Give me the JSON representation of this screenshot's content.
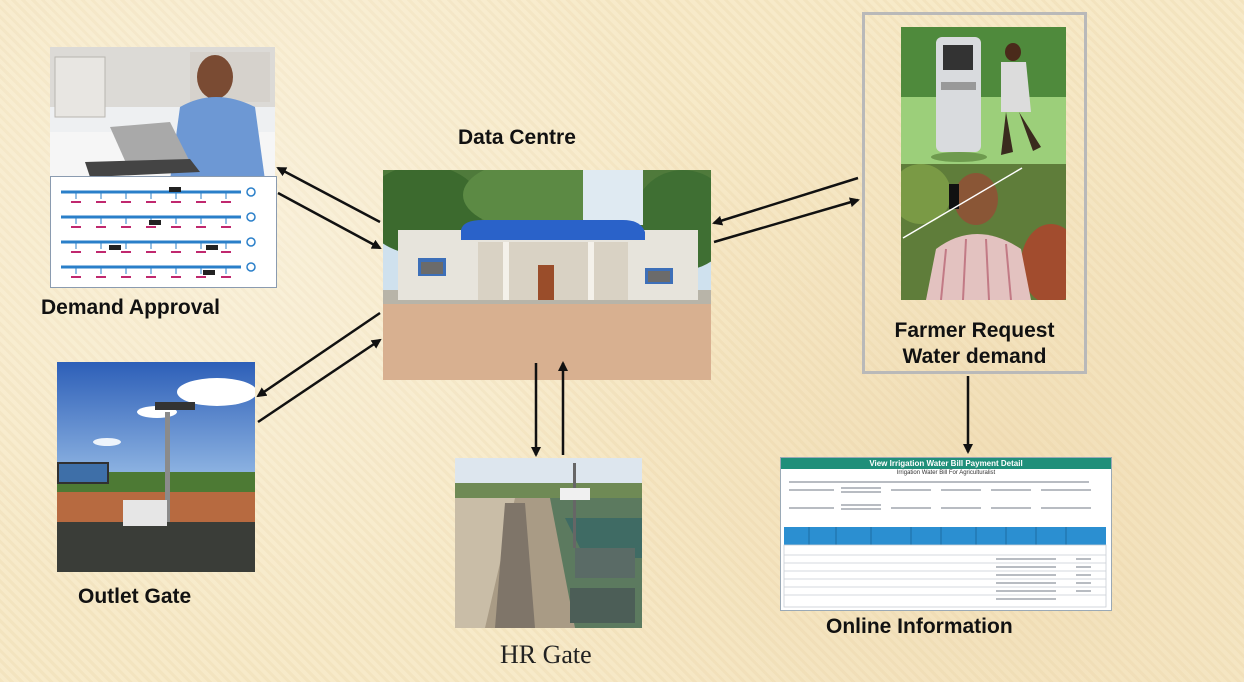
{
  "nodes": {
    "data_centre": {
      "label": "Data Centre"
    },
    "demand_approval": {
      "label": "Demand Approval"
    },
    "outlet_gate": {
      "label": "Outlet Gate"
    },
    "hr_gate": {
      "label": "HR Gate"
    },
    "farmer_request": {
      "label_line1": "Farmer Request",
      "label_line2": "Water demand"
    },
    "online_information": {
      "label": "Online Information"
    }
  },
  "online_screen": {
    "header": "View Irrigation Water Bill Payment Detail",
    "subheader": "Irrigation Water Bill For Agriculturalist"
  },
  "colors": {
    "background": "#f7e9c6",
    "arrow": "#111111",
    "screen_header": "#1f8f7a",
    "roof_blue": "#2a62c9"
  }
}
